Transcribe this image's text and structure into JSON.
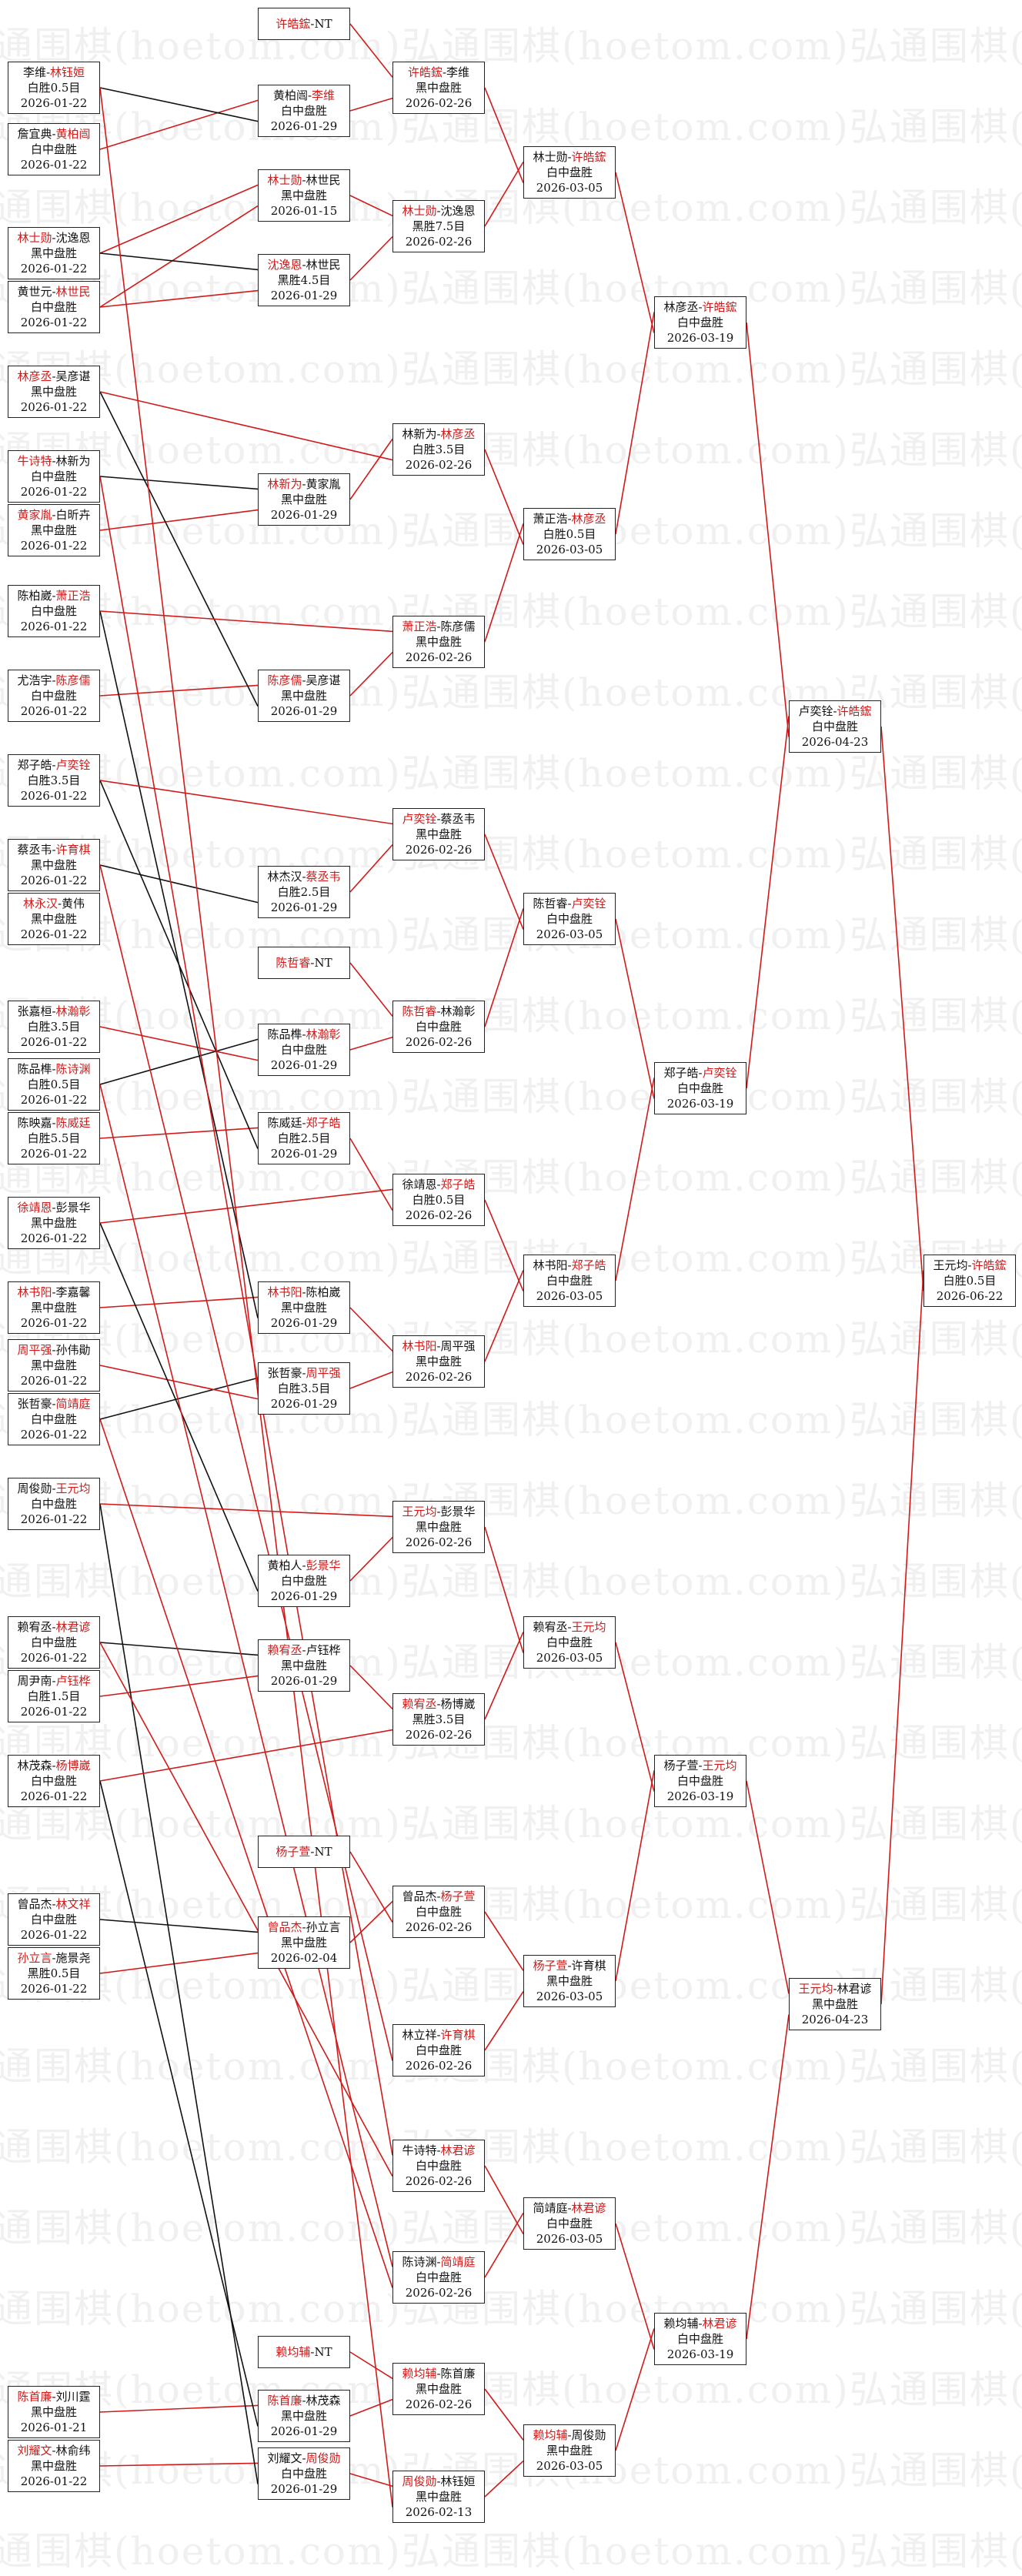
{
  "watermark": "弘通围棋(hoetom.com)",
  "colors": {
    "winner": "#d11a1a",
    "line_winner": "#d11a1a",
    "line_loser": "#111111",
    "box_border": "#222222"
  },
  "matches": [
    {
      "id": "r1_01",
      "p1": "李维",
      "p2": "林钰姮",
      "winner": 2,
      "result": "白胜0.5目",
      "date": "2026-01-22"
    },
    {
      "id": "r1_02",
      "p1": "詹宜典",
      "p2": "黄柏闿",
      "winner": 2,
      "result": "白中盘胜",
      "date": "2026-01-22"
    },
    {
      "id": "r1_03",
      "p1": "林士勋",
      "p2": "沈逸恩",
      "winner": 1,
      "result": "黑中盘胜",
      "date": "2026-01-22"
    },
    {
      "id": "r1_04",
      "p1": "黄世元",
      "p2": "林世民",
      "winner": 2,
      "result": "白中盘胜",
      "date": "2026-01-22"
    },
    {
      "id": "r1_05",
      "p1": "林彦丞",
      "p2": "吴彦谌",
      "winner": 1,
      "result": "黑中盘胜",
      "date": "2026-01-22"
    },
    {
      "id": "r1_06",
      "p1": "牛诗特",
      "p2": "林新为",
      "winner": 1,
      "result": "白中盘胜",
      "date": "2026-01-22"
    },
    {
      "id": "r1_07",
      "p1": "黄家胤",
      "p2": "白昕卉",
      "winner": 1,
      "result": "黑中盘胜",
      "date": "2026-01-22"
    },
    {
      "id": "r1_08",
      "p1": "陈柏崴",
      "p2": "萧正浩",
      "winner": 2,
      "result": "白中盘胜",
      "date": "2026-01-22"
    },
    {
      "id": "r1_09",
      "p1": "尤浩宇",
      "p2": "陈彦儒",
      "winner": 2,
      "result": "白中盘胜",
      "date": "2026-01-22"
    },
    {
      "id": "r1_10",
      "p1": "郑子皓",
      "p2": "卢奕铨",
      "winner": 2,
      "result": "白胜3.5目",
      "date": "2026-01-22"
    },
    {
      "id": "r1_11",
      "p1": "蔡丞韦",
      "p2": "许育棋",
      "winner": 2,
      "result": "黑中盘胜",
      "date": "2026-01-22"
    },
    {
      "id": "r1_12",
      "p1": "林永汉",
      "p2": "黄伟",
      "winner": 1,
      "result": "黑中盘胜",
      "date": "2026-01-22"
    },
    {
      "id": "r1_13",
      "p1": "张嘉桓",
      "p2": "林瀚彰",
      "winner": 2,
      "result": "白胜3.5目",
      "date": "2026-01-22"
    },
    {
      "id": "r1_14",
      "p1": "陈品榫",
      "p2": "陈诗渊",
      "winner": 2,
      "result": "白胜0.5目",
      "date": "2026-01-22"
    },
    {
      "id": "r1_15",
      "p1": "陈映嘉",
      "p2": "陈威廷",
      "winner": 2,
      "result": "白胜5.5目",
      "date": "2026-01-22"
    },
    {
      "id": "r1_16",
      "p1": "徐靖恩",
      "p2": "彭景华",
      "winner": 1,
      "result": "黑中盘胜",
      "date": "2026-01-22"
    },
    {
      "id": "r1_17",
      "p1": "林书阳",
      "p2": "李嘉馨",
      "winner": 1,
      "result": "黑中盘胜",
      "date": "2026-01-22"
    },
    {
      "id": "r1_18",
      "p1": "周平强",
      "p2": "孙伟勛",
      "winner": 1,
      "result": "黑中盘胜",
      "date": "2026-01-22"
    },
    {
      "id": "r1_19",
      "p1": "张哲豪",
      "p2": "简靖庭",
      "winner": 2,
      "result": "白中盘胜",
      "date": "2026-01-22"
    },
    {
      "id": "r1_20",
      "p1": "周俊勋",
      "p2": "王元均",
      "winner": 2,
      "result": "白中盘胜",
      "date": "2026-01-22"
    },
    {
      "id": "r1_21",
      "p1": "赖宥丞",
      "p2": "林君谚",
      "winner": 2,
      "result": "白中盘胜",
      "date": "2026-01-22"
    },
    {
      "id": "r1_22",
      "p1": "周尹南",
      "p2": "卢钰桦",
      "winner": 2,
      "result": "白胜1.5目",
      "date": "2026-01-22"
    },
    {
      "id": "r1_23",
      "p1": "林茂森",
      "p2": "杨博崴",
      "winner": 2,
      "result": "白中盘胜",
      "date": "2026-01-22"
    },
    {
      "id": "r1_24",
      "p1": "曾品杰",
      "p2": "林文祥",
      "winner": 2,
      "result": "白中盘胜",
      "date": "2026-01-22"
    },
    {
      "id": "r1_25",
      "p1": "孙立言",
      "p2": "施景尧",
      "winner": 1,
      "result": "黑胜0.5目",
      "date": "2026-01-22"
    },
    {
      "id": "r1_26",
      "p1": "陈首廉",
      "p2": "刘川霆",
      "winner": 1,
      "result": "黑中盘胜",
      "date": "2026-01-21"
    },
    {
      "id": "r1_27",
      "p1": "刘耀文",
      "p2": "林俞纬",
      "winner": 1,
      "result": "黑中盘胜",
      "date": "2026-01-22"
    },
    {
      "id": "r2_01",
      "p1": "许皓鋐",
      "p2": "NT",
      "winner": 1,
      "result": "",
      "date": ""
    },
    {
      "id": "r2_02",
      "p1": "黄柏闿",
      "p2": "李维",
      "winner": 2,
      "result": "白中盘胜",
      "date": "2026-01-29"
    },
    {
      "id": "r2_03",
      "p1": "林士勋",
      "p2": "林世民",
      "winner": 1,
      "result": "黑中盘胜",
      "date": "2026-01-15"
    },
    {
      "id": "r2_04",
      "p1": "沈逸恩",
      "p2": "林世民",
      "winner": 1,
      "result": "黑胜4.5目",
      "date": "2026-01-29"
    },
    {
      "id": "r2_05",
      "p1": "林新为",
      "p2": "黄家胤",
      "winner": 1,
      "result": "黑中盘胜",
      "date": "2026-01-29"
    },
    {
      "id": "r2_06",
      "p1": "陈彦儒",
      "p2": "吴彦谌",
      "winner": 1,
      "result": "黑中盘胜",
      "date": "2026-01-29"
    },
    {
      "id": "r2_07",
      "p1": "林杰汉",
      "p2": "蔡丞韦",
      "winner": 2,
      "result": "白胜2.5目",
      "date": "2026-01-29"
    },
    {
      "id": "r2_08",
      "p1": "陈哲睿",
      "p2": "NT",
      "winner": 1,
      "result": "",
      "date": ""
    },
    {
      "id": "r2_09",
      "p1": "陈品榫",
      "p2": "林瀚彰",
      "winner": 2,
      "result": "白中盘胜",
      "date": "2026-01-29"
    },
    {
      "id": "r2_10",
      "p1": "陈威廷",
      "p2": "郑子皓",
      "winner": 2,
      "result": "白胜2.5目",
      "date": "2026-01-29"
    },
    {
      "id": "r2_11",
      "p1": "林书阳",
      "p2": "陈柏崴",
      "winner": 1,
      "result": "黑中盘胜",
      "date": "2026-01-29"
    },
    {
      "id": "r2_12",
      "p1": "张哲豪",
      "p2": "周平强",
      "winner": 2,
      "result": "白胜3.5目",
      "date": "2026-01-29"
    },
    {
      "id": "r2_13",
      "p1": "黄柏人",
      "p2": "彭景华",
      "winner": 2,
      "result": "白中盘胜",
      "date": "2026-01-29"
    },
    {
      "id": "r2_14",
      "p1": "赖宥丞",
      "p2": "卢钰桦",
      "winner": 1,
      "result": "黑中盘胜",
      "date": "2026-01-29"
    },
    {
      "id": "r2_15",
      "p1": "杨子萱",
      "p2": "NT",
      "winner": 1,
      "result": "",
      "date": ""
    },
    {
      "id": "r2_16",
      "p1": "曾品杰",
      "p2": "孙立言",
      "winner": 1,
      "result": "黑中盘胜",
      "date": "2026-02-04"
    },
    {
      "id": "r2_17",
      "p1": "赖均辅",
      "p2": "NT",
      "winner": 1,
      "result": "",
      "date": ""
    },
    {
      "id": "r2_18",
      "p1": "陈首廉",
      "p2": "林茂森",
      "winner": 1,
      "result": "黑中盘胜",
      "date": "2026-01-29"
    },
    {
      "id": "r2_19",
      "p1": "刘耀文",
      "p2": "周俊勋",
      "winner": 2,
      "result": "白中盘胜",
      "date": "2026-01-29"
    },
    {
      "id": "r3_01",
      "p1": "许皓鋐",
      "p2": "李维",
      "winner": 1,
      "result": "黑中盘胜",
      "date": "2026-02-26"
    },
    {
      "id": "r3_02",
      "p1": "林士勋",
      "p2": "沈逸恩",
      "winner": 1,
      "result": "黑胜7.5目",
      "date": "2026-02-26"
    },
    {
      "id": "r3_03",
      "p1": "林新为",
      "p2": "林彦丞",
      "winner": 2,
      "result": "白胜3.5目",
      "date": "2026-02-26"
    },
    {
      "id": "r3_04",
      "p1": "萧正浩",
      "p2": "陈彦儒",
      "winner": 1,
      "result": "黑中盘胜",
      "date": "2026-02-26"
    },
    {
      "id": "r3_05",
      "p1": "卢奕铨",
      "p2": "蔡丞韦",
      "winner": 1,
      "result": "黑中盘胜",
      "date": "2026-02-26"
    },
    {
      "id": "r3_06",
      "p1": "陈哲睿",
      "p2": "林瀚彰",
      "winner": 1,
      "result": "白中盘胜",
      "date": "2026-02-26"
    },
    {
      "id": "r3_07",
      "p1": "徐靖恩",
      "p2": "郑子皓",
      "winner": 2,
      "result": "白胜0.5目",
      "date": "2026-02-26"
    },
    {
      "id": "r3_08",
      "p1": "林书阳",
      "p2": "周平强",
      "winner": 1,
      "result": "黑中盘胜",
      "date": "2026-02-26"
    },
    {
      "id": "r3_09",
      "p1": "王元均",
      "p2": "彭景华",
      "winner": 1,
      "result": "黑中盘胜",
      "date": "2026-02-26"
    },
    {
      "id": "r3_10",
      "p1": "赖宥丞",
      "p2": "杨博崴",
      "winner": 1,
      "result": "黑胜3.5目",
      "date": "2026-02-26"
    },
    {
      "id": "r3_11",
      "p1": "曾品杰",
      "p2": "杨子萱",
      "winner": 2,
      "result": "白中盘胜",
      "date": "2026-02-26"
    },
    {
      "id": "r3_12",
      "p1": "林立祥",
      "p2": "许育棋",
      "winner": 2,
      "result": "白中盘胜",
      "date": "2026-02-26"
    },
    {
      "id": "r3_13",
      "p1": "牛诗特",
      "p2": "林君谚",
      "winner": 2,
      "result": "白中盘胜",
      "date": "2026-02-26"
    },
    {
      "id": "r3_14",
      "p1": "陈诗渊",
      "p2": "简靖庭",
      "winner": 2,
      "result": "白中盘胜",
      "date": "2026-02-26"
    },
    {
      "id": "r3_15",
      "p1": "赖均辅",
      "p2": "陈首廉",
      "winner": 1,
      "result": "黑中盘胜",
      "date": "2026-02-26"
    },
    {
      "id": "r3_16",
      "p1": "周俊勋",
      "p2": "林钰姮",
      "winner": 1,
      "result": "黑中盘胜",
      "date": "2026-02-13"
    },
    {
      "id": "r4_01",
      "p1": "林士勋",
      "p2": "许皓鋐",
      "winner": 2,
      "result": "白中盘胜",
      "date": "2026-03-05"
    },
    {
      "id": "r4_02",
      "p1": "萧正浩",
      "p2": "林彦丞",
      "winner": 2,
      "result": "白胜0.5目",
      "date": "2026-03-05"
    },
    {
      "id": "r4_03",
      "p1": "陈哲睿",
      "p2": "卢奕铨",
      "winner": 2,
      "result": "白中盘胜",
      "date": "2026-03-05"
    },
    {
      "id": "r4_04",
      "p1": "林书阳",
      "p2": "郑子皓",
      "winner": 2,
      "result": "白中盘胜",
      "date": "2026-03-05"
    },
    {
      "id": "r4_05",
      "p1": "赖宥丞",
      "p2": "王元均",
      "winner": 2,
      "result": "白中盘胜",
      "date": "2026-03-05"
    },
    {
      "id": "r4_06",
      "p1": "杨子萱",
      "p2": "许育棋",
      "winner": 1,
      "result": "黑中盘胜",
      "date": "2026-03-05"
    },
    {
      "id": "r4_07",
      "p1": "简靖庭",
      "p2": "林君谚",
      "winner": 2,
      "result": "白中盘胜",
      "date": "2026-03-05"
    },
    {
      "id": "r4_08",
      "p1": "赖均辅",
      "p2": "周俊勋",
      "winner": 1,
      "result": "黑中盘胜",
      "date": "2026-03-05"
    },
    {
      "id": "r5_01",
      "p1": "林彦丞",
      "p2": "许皓鋐",
      "winner": 2,
      "result": "白中盘胜",
      "date": "2026-03-19"
    },
    {
      "id": "r5_02",
      "p1": "郑子皓",
      "p2": "卢奕铨",
      "winner": 2,
      "result": "白中盘胜",
      "date": "2026-03-19"
    },
    {
      "id": "r5_03",
      "p1": "杨子萱",
      "p2": "王元均",
      "winner": 2,
      "result": "白中盘胜",
      "date": "2026-03-19"
    },
    {
      "id": "r5_04",
      "p1": "赖均辅",
      "p2": "林君谚",
      "winner": 2,
      "result": "白中盘胜",
      "date": "2026-03-19"
    },
    {
      "id": "r6_01",
      "p1": "卢奕铨",
      "p2": "许皓鋐",
      "winner": 2,
      "result": "白中盘胜",
      "date": "2026-04-23"
    },
    {
      "id": "r6_02",
      "p1": "王元均",
      "p2": "林君谚",
      "winner": 1,
      "result": "黑中盘胜",
      "date": "2026-04-23"
    },
    {
      "id": "final",
      "p1": "王元均",
      "p2": "许皓鋐",
      "winner": 2,
      "result": "白胜0.5目",
      "date": "2026-06-22"
    }
  ]
}
